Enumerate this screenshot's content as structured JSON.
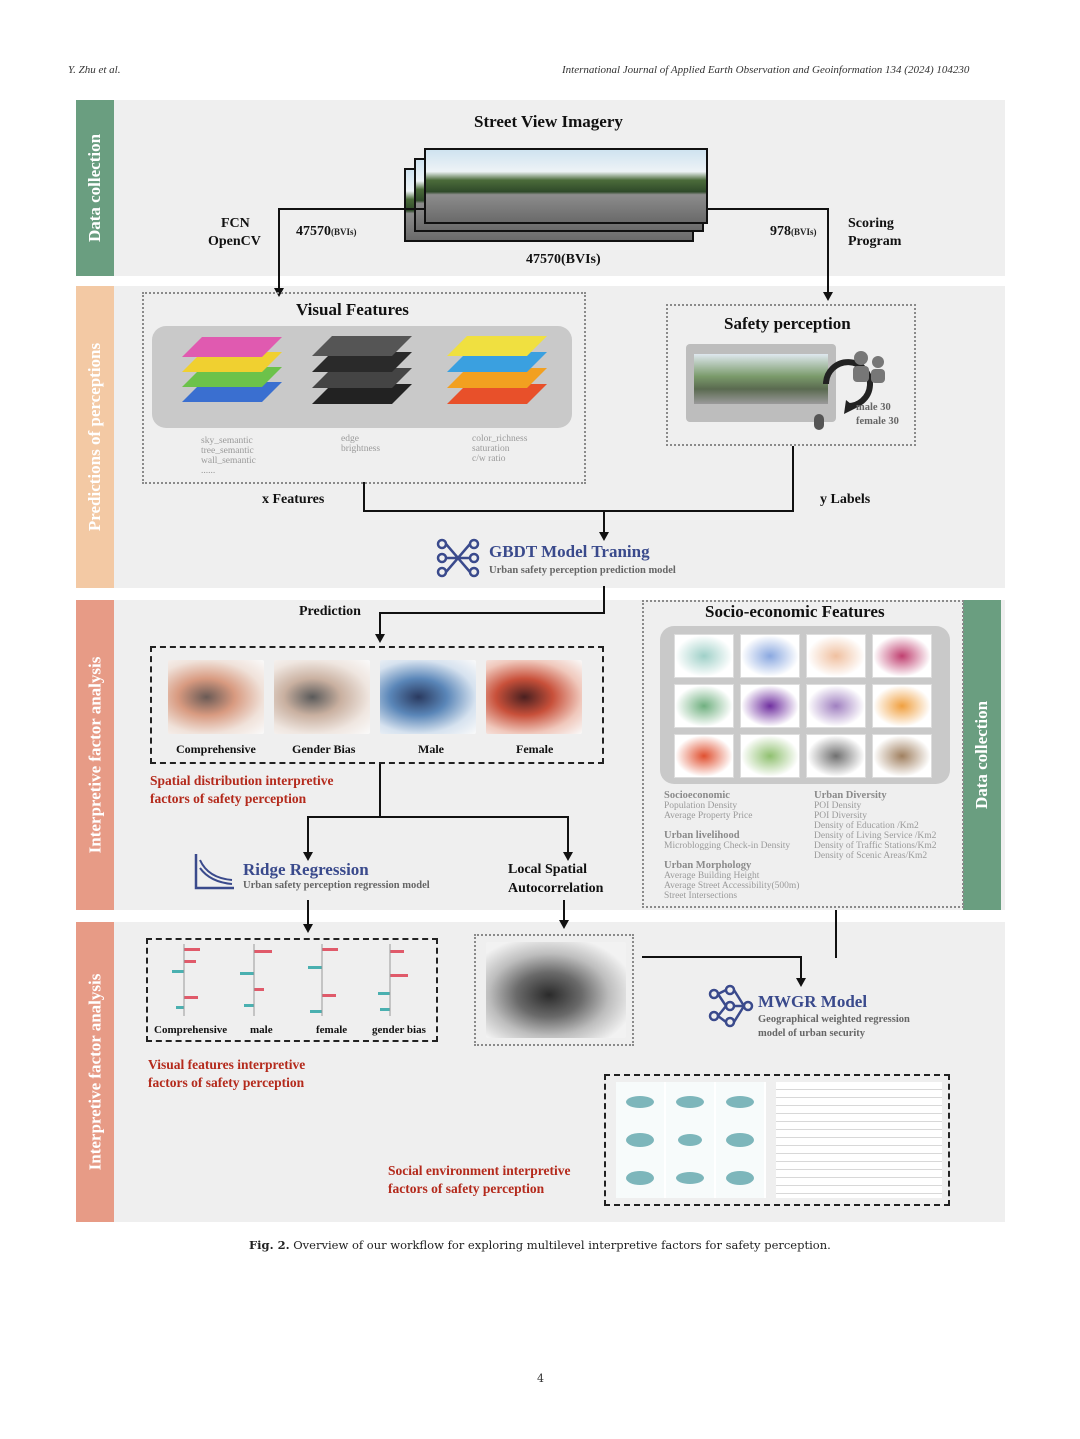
{
  "header": {
    "authors": "Y. Zhu et al.",
    "journal": "International Journal of Applied Earth Observation and Geoinformation 134 (2024) 104230"
  },
  "side_labels": {
    "data_collection": "Data collection",
    "predictions": "Predictions of perceptions",
    "interpretive1": "Interpretive factor analysis",
    "interpretive2": "Interpretive factor analysis",
    "data_collection_right": "Data collection"
  },
  "svi": {
    "title": "Street View Imagery",
    "left_method_1": "FCN",
    "left_method_2": "OpenCV",
    "left_count": "47570",
    "left_unit": "(BVIs)",
    "bottom_count": "47570(BVIs)",
    "right_count": "978",
    "right_unit": "(BVIs)",
    "right_method_1": "Scoring",
    "right_method_2": "Program"
  },
  "visual_features": {
    "title": "Visual Features",
    "group1": [
      "sky_semantic",
      "tree_semantic",
      "wall_semantic",
      "......"
    ],
    "group2": [
      "edge",
      "brightness"
    ],
    "group3": [
      "color_richness",
      "saturation",
      "c/w ratio"
    ]
  },
  "safety": {
    "title": "Safety perception",
    "male": "male 30",
    "female": "female 30"
  },
  "xy": {
    "x_label": "x  Features",
    "y_label": "y Labels"
  },
  "gbdt": {
    "title": "GBDT Model Traning",
    "subtitle": "Urban safety perception prediction model"
  },
  "prediction_label": "Prediction",
  "maps": [
    "Comprehensive",
    "Gender Bias",
    "Male",
    "Female"
  ],
  "spatial_text": [
    "Spatial distribution interpretive",
    "factors of safety perception"
  ],
  "socio": {
    "title": "Socio-economic Features",
    "col1": [
      {
        "head": "Socioeconomic",
        "items": [
          "Population Density",
          "Average Property Price"
        ]
      },
      {
        "head": "Urban livelihood",
        "items": [
          "Microblogging Check-in Density"
        ]
      },
      {
        "head": "Urban Morphology",
        "items": [
          "Average Building Height",
          "Average Street Accessibility(500m)",
          "Street Intersections"
        ]
      }
    ],
    "col2": [
      {
        "head": "Urban Diversity",
        "items": [
          "POI Density",
          "POI Diversity",
          "Density of Education /Km2",
          "Density of Living Service /Km2",
          "Density of Traffic Stations/Km2",
          "Density of Scenic Areas/Km2"
        ]
      }
    ]
  },
  "ridge": {
    "title": "Ridge Regression",
    "subtitle": "Urban safety perception regression model"
  },
  "lsa": [
    "Local Spatial",
    "Autocorrelation"
  ],
  "ridge_labels": [
    "Comprehensive",
    "male",
    "female",
    "gender bias"
  ],
  "visual_text": [
    "Visual features interpretive",
    "factors of safety perception"
  ],
  "mwgr": {
    "title": "MWGR Model",
    "subtitle1": "Geographical weighted regression",
    "subtitle2": "model of urban security"
  },
  "social_text": [
    "Social environment  interpretive",
    "factors of safety perception"
  ],
  "caption": {
    "label": "Fig. 2.",
    "text": "Overview of our workflow for exploring multilevel interpretive factors for safety perception."
  },
  "page_number": "4",
  "colors": {
    "green": "#6a9e80",
    "peach": "#f3c9a4",
    "salmon": "#e79b86",
    "red_text": "#b42a1c",
    "blue_text": "#3a4a8c",
    "panel": "#efefef"
  }
}
